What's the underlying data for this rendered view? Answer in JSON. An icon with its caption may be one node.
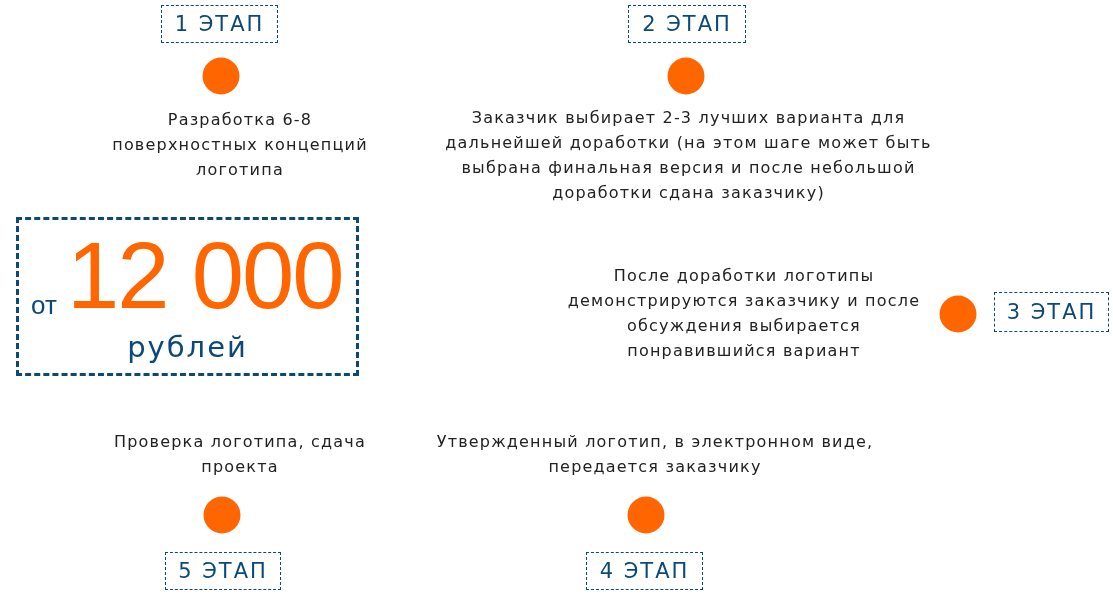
{
  "diagram": {
    "nodes": [
      {
        "text": [
          "1 ЭТАП"
        ]
      },
      {
        "text": [
          "2 ЭТАП"
        ]
      },
      {
        "text": [
          "от",
          "12 000",
          "рублей"
        ]
      },
      {
        "text": [
          "3 ЭТАП"
        ]
      },
      {
        "text": [
          "5 ЭТАП"
        ]
      },
      {
        "text": [
          "4 ЭТАП"
        ]
      }
    ],
    "labels": [
      "Разработка 6-8 поверхностных концепций логотипа",
      "Заказчик выбирает 2-3 лучших варианта для дальнейшей доработки (на этом шаге может быть выбрана финальная версия и после небольшой доработки сдана заказчику)",
      "После доработки логотипы демонстрируются заказчику и после обсуждения выбирается понравившийся вариант",
      "Проверка логотипа, сдача проекта",
      "Утвержденный логотип, в электронном виде, передается заказчику"
    ]
  }
}
